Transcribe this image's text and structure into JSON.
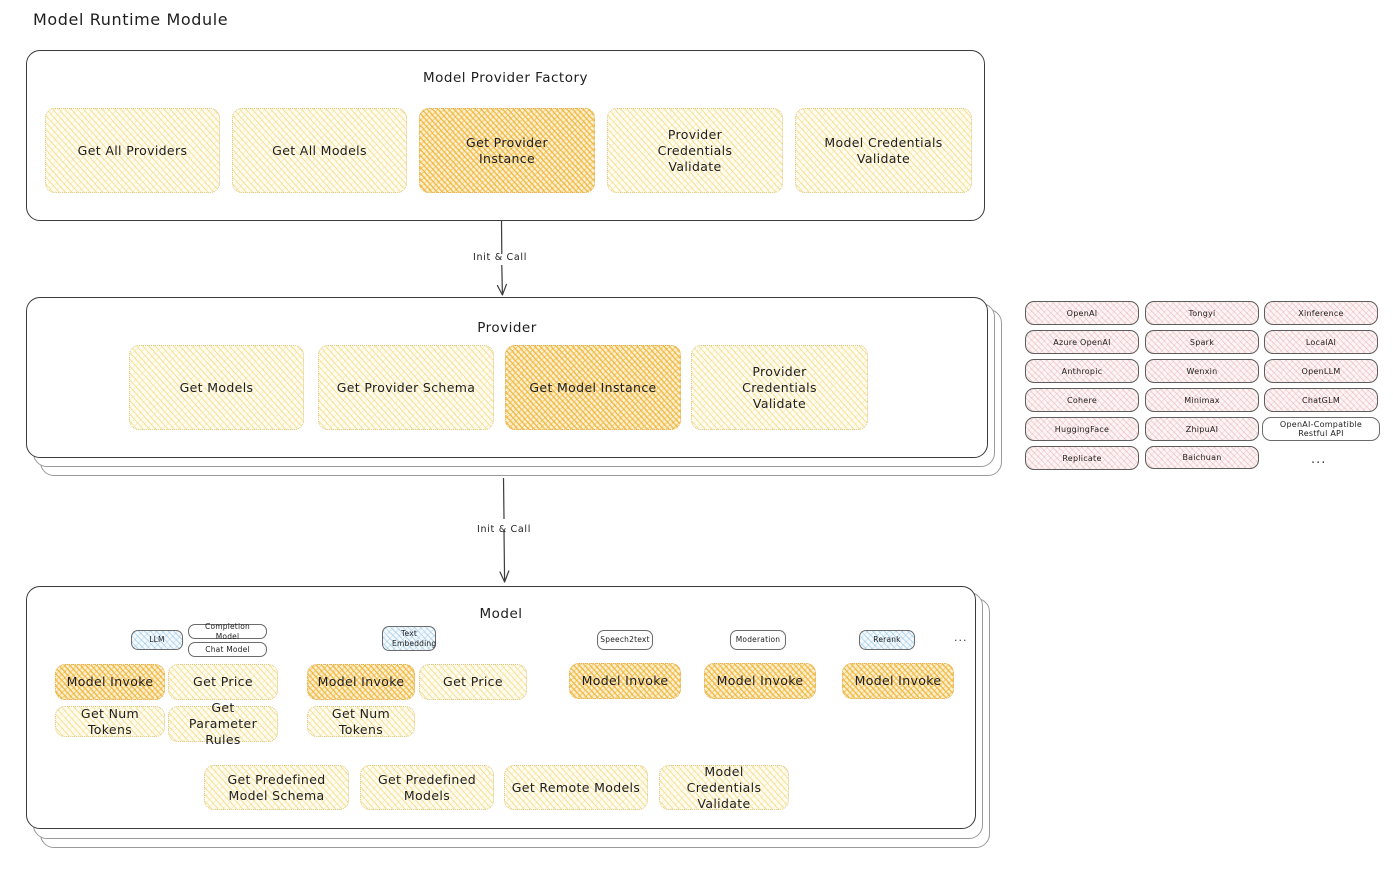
{
  "page": {
    "title": "Model Runtime Module"
  },
  "factory": {
    "title": "Model Provider Factory",
    "boxes": [
      {
        "label": "Get All Providers",
        "highlight": false
      },
      {
        "label": "Get All Models",
        "highlight": false
      },
      {
        "label": "Get Provider Instance",
        "highlight": true
      },
      {
        "label": "Provider Credentials Validate",
        "highlight": false
      },
      {
        "label": "Model Credentials Validate",
        "highlight": false
      }
    ]
  },
  "arrows": [
    {
      "label": "Init & Call"
    },
    {
      "label": "Init & Call"
    }
  ],
  "provider": {
    "title": "Provider",
    "boxes": [
      {
        "label": "Get Models",
        "highlight": false
      },
      {
        "label": "Get Provider Schema",
        "highlight": false
      },
      {
        "label": "Get Model Instance",
        "highlight": true
      },
      {
        "label": "Provider Credentials Validate",
        "highlight": false
      }
    ]
  },
  "provider_list": {
    "ellipsis": "...",
    "columns": [
      {
        "items": [
          "OpenAI",
          "Azure OpenAI",
          "Anthropic",
          "Cohere",
          "HuggingFace",
          "Replicate"
        ]
      },
      {
        "items": [
          "Tongyi",
          "Spark",
          "Wenxin",
          "Minimax",
          "ZhipuAI",
          "Baichuan"
        ]
      },
      {
        "items": [
          "Xinference",
          "LocalAI",
          "OpenLLM",
          "ChatGLM",
          "OpenAI-Compatible Restful API"
        ]
      }
    ]
  },
  "model": {
    "title": "Model",
    "ellipsis": "...",
    "types": [
      {
        "badge": "LLM",
        "badge_style": "blue",
        "sub_badges": [
          "Completion Model",
          "Chat Model"
        ],
        "methods": [
          {
            "label": "Model Invoke",
            "highlight": true
          },
          {
            "label": "Get Price",
            "highlight": false
          },
          {
            "label": "Get Num Tokens",
            "highlight": false
          },
          {
            "label": "Get Parameter Rules",
            "highlight": false
          }
        ]
      },
      {
        "badge": "Text Embedding",
        "badge_style": "blue",
        "sub_badges": [],
        "methods": [
          {
            "label": "Model Invoke",
            "highlight": true
          },
          {
            "label": "Get Price",
            "highlight": false
          },
          {
            "label": "Get Num Tokens",
            "highlight": false
          }
        ]
      },
      {
        "badge": "Speech2text",
        "badge_style": "white",
        "sub_badges": [],
        "methods": [
          {
            "label": "Model Invoke",
            "highlight": true
          }
        ]
      },
      {
        "badge": "Moderation",
        "badge_style": "white",
        "sub_badges": [],
        "methods": [
          {
            "label": "Model Invoke",
            "highlight": true
          }
        ]
      },
      {
        "badge": "Rerank",
        "badge_style": "blue",
        "sub_badges": [],
        "methods": [
          {
            "label": "Model Invoke",
            "highlight": true
          }
        ]
      }
    ],
    "shared_methods": [
      {
        "label": "Get Predefined Model Schema"
      },
      {
        "label": "Get Predefined Models"
      },
      {
        "label": "Get Remote Models"
      },
      {
        "label": "Model Credentials Validate"
      }
    ]
  },
  "colors": {
    "highlight_fill": "#f2bb4e",
    "light_fill": "#fdf6dd",
    "badge_blue": "#dcecf8",
    "provider_pink": "#fbeceb",
    "stroke": "#3b3b3b"
  }
}
